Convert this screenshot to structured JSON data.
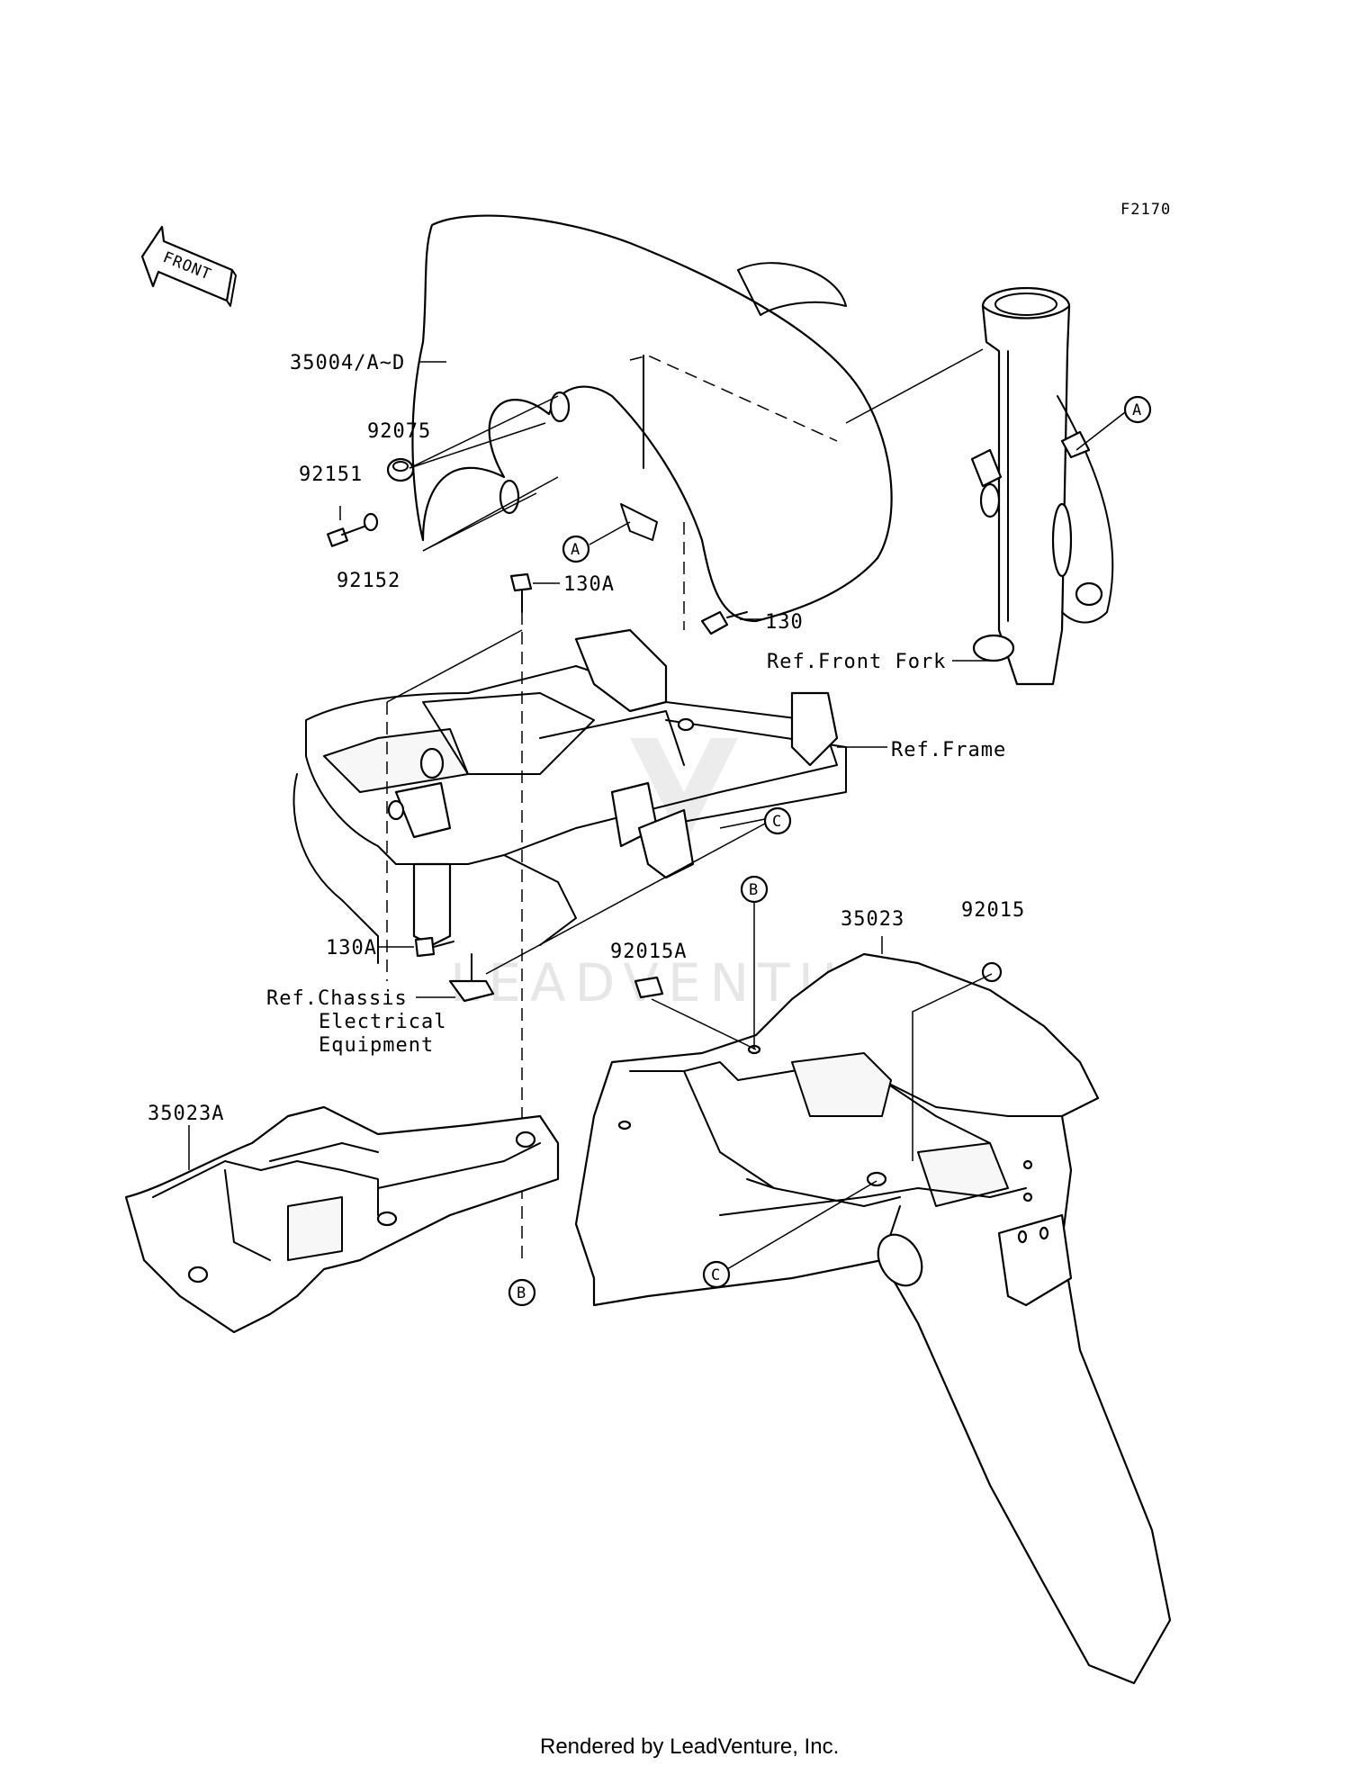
{
  "figure_code": "F2170",
  "front_arrow": {
    "text": "FRONT"
  },
  "labels": {
    "front_fender": "35004/A~D",
    "grommet": "92075",
    "screw": "92151",
    "washer": "92152",
    "bolt_130a_top": "130A",
    "bolt_130": "130",
    "ref_front_fork": "Ref.Front Fork",
    "ref_frame": "Ref.Frame",
    "bolt_130a_lower": "130A",
    "ref_chassis_line1": "Ref.Chassis",
    "ref_chassis_line2": "Electrical",
    "ref_chassis_line3": "Equipment",
    "nut_92015a": "92015A",
    "rear_fender": "35023",
    "nut_92015": "92015",
    "inner_fender": "35023A"
  },
  "callouts": {
    "a_fender": "A",
    "a_fork": "A",
    "b_rear": "B",
    "b_lower": "B",
    "c_frame": "C",
    "c_rear": "C"
  },
  "watermark": "LEADVENTURE",
  "footer": "Rendered by LeadVenture, Inc."
}
